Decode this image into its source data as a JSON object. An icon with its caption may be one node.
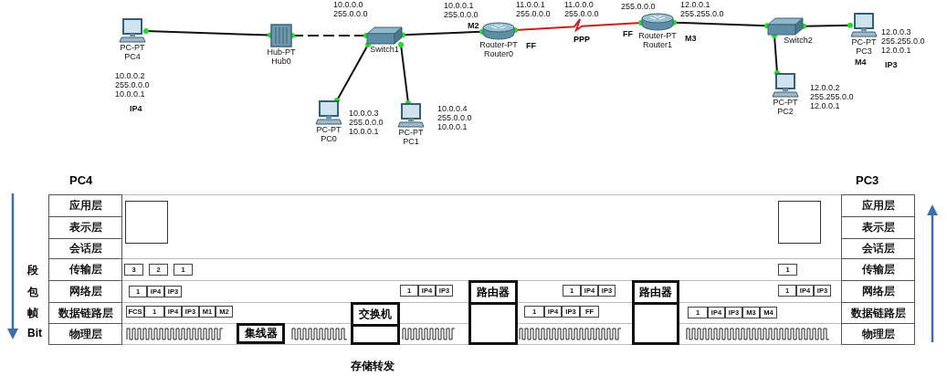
{
  "diagram": {
    "nodes": [
      {
        "text": [
          "PC-PT",
          "PC4"
        ],
        "beside": [
          "10.0.0.2 255.0.0.0 10.0.0.1",
          "IP4"
        ]
      },
      {
        "text": [
          "Hub-PT",
          "Hub0"
        ]
      },
      {
        "text": [
          "Switch1"
        ]
      },
      {
        "text": [
          "PC-PT",
          "PC0"
        ],
        "beside": [
          "10.0.0.3 255.0.0.0 10.0.0.1"
        ]
      },
      {
        "text": [
          "PC-PT",
          "PC1"
        ],
        "beside": [
          "10.0.0.4 255.0.0.0 10.0.0.1"
        ]
      },
      {
        "text": [
          "Router-PT",
          "Router0"
        ]
      },
      {
        "text": [
          "Router-PT",
          "Router1"
        ]
      },
      {
        "text": [
          "Switch2"
        ]
      },
      {
        "text": [
          "PC-PT",
          "PC3"
        ],
        "beside": [
          "12.0.0.3 255.255.0.0 12.0.0.1",
          "M4",
          "IP3"
        ]
      },
      {
        "text": [
          "PC-PT",
          "PC2"
        ],
        "beside": [
          "12.0.0.2 255.255.0.0 12.0.0.1"
        ]
      },
      {
        "text": [
          "集线器"
        ]
      },
      {
        "text": [
          "交换机"
        ]
      },
      {
        "text": [
          "路由器"
        ]
      },
      {
        "text": [
          "路由器"
        ]
      }
    ],
    "edges": [
      {
        "from": 0,
        "to": 1,
        "arrow": "other"
      },
      {
        "from": 1,
        "to": 2,
        "arrow": "other",
        "style": "dashed"
      },
      {
        "from": 2,
        "to": 3,
        "arrow": "other"
      },
      {
        "from": 2,
        "to": 4,
        "arrow": "other"
      },
      {
        "from": 2,
        "to": 5,
        "arrow": "other"
      },
      {
        "from": 5,
        "to": 6,
        "arrow": "other",
        "label": "PPP",
        "color": "#cc1f1f"
      },
      {
        "from": 6,
        "to": 7,
        "arrow": "other"
      },
      {
        "from": 7,
        "to": 8,
        "arrow": "other"
      },
      {
        "from": 7,
        "to": 9,
        "arrow": "other"
      }
    ],
    "labels": [
      "10.0.0.0 255.0.0.0",
      "10.0.0.1 255.0.0.0",
      "11.0.0.1 255.0.0.0",
      "11.0.0.0 255.0.0.0",
      "255.0.0.0",
      "12.0.0.1 255.255.0.0",
      "M2",
      "FF",
      "FF",
      "M3",
      "PC4",
      "PC3",
      "应用层",
      "表示层",
      "会话层",
      "传输层",
      "网络层",
      "数据链路层",
      "物理层",
      "应用层",
      "表示层",
      "会话层",
      "传输层",
      "网络层",
      "数据链路层",
      "物理层",
      "段",
      "包",
      "帧",
      "Bit",
      "3",
      "2",
      "1",
      "1",
      "1",
      "IP4",
      "IP3",
      "1",
      "IP4",
      "IP3",
      "1",
      "IP4",
      "IP3",
      "1",
      "IP4",
      "IP3",
      "FCS",
      "1",
      "IP4",
      "IP3",
      "M1",
      "M2",
      "1",
      "IP4",
      "IP3",
      "FF",
      "1",
      "IP4",
      "IP3",
      "M3",
      "M4",
      "存储转发"
    ]
  }
}
